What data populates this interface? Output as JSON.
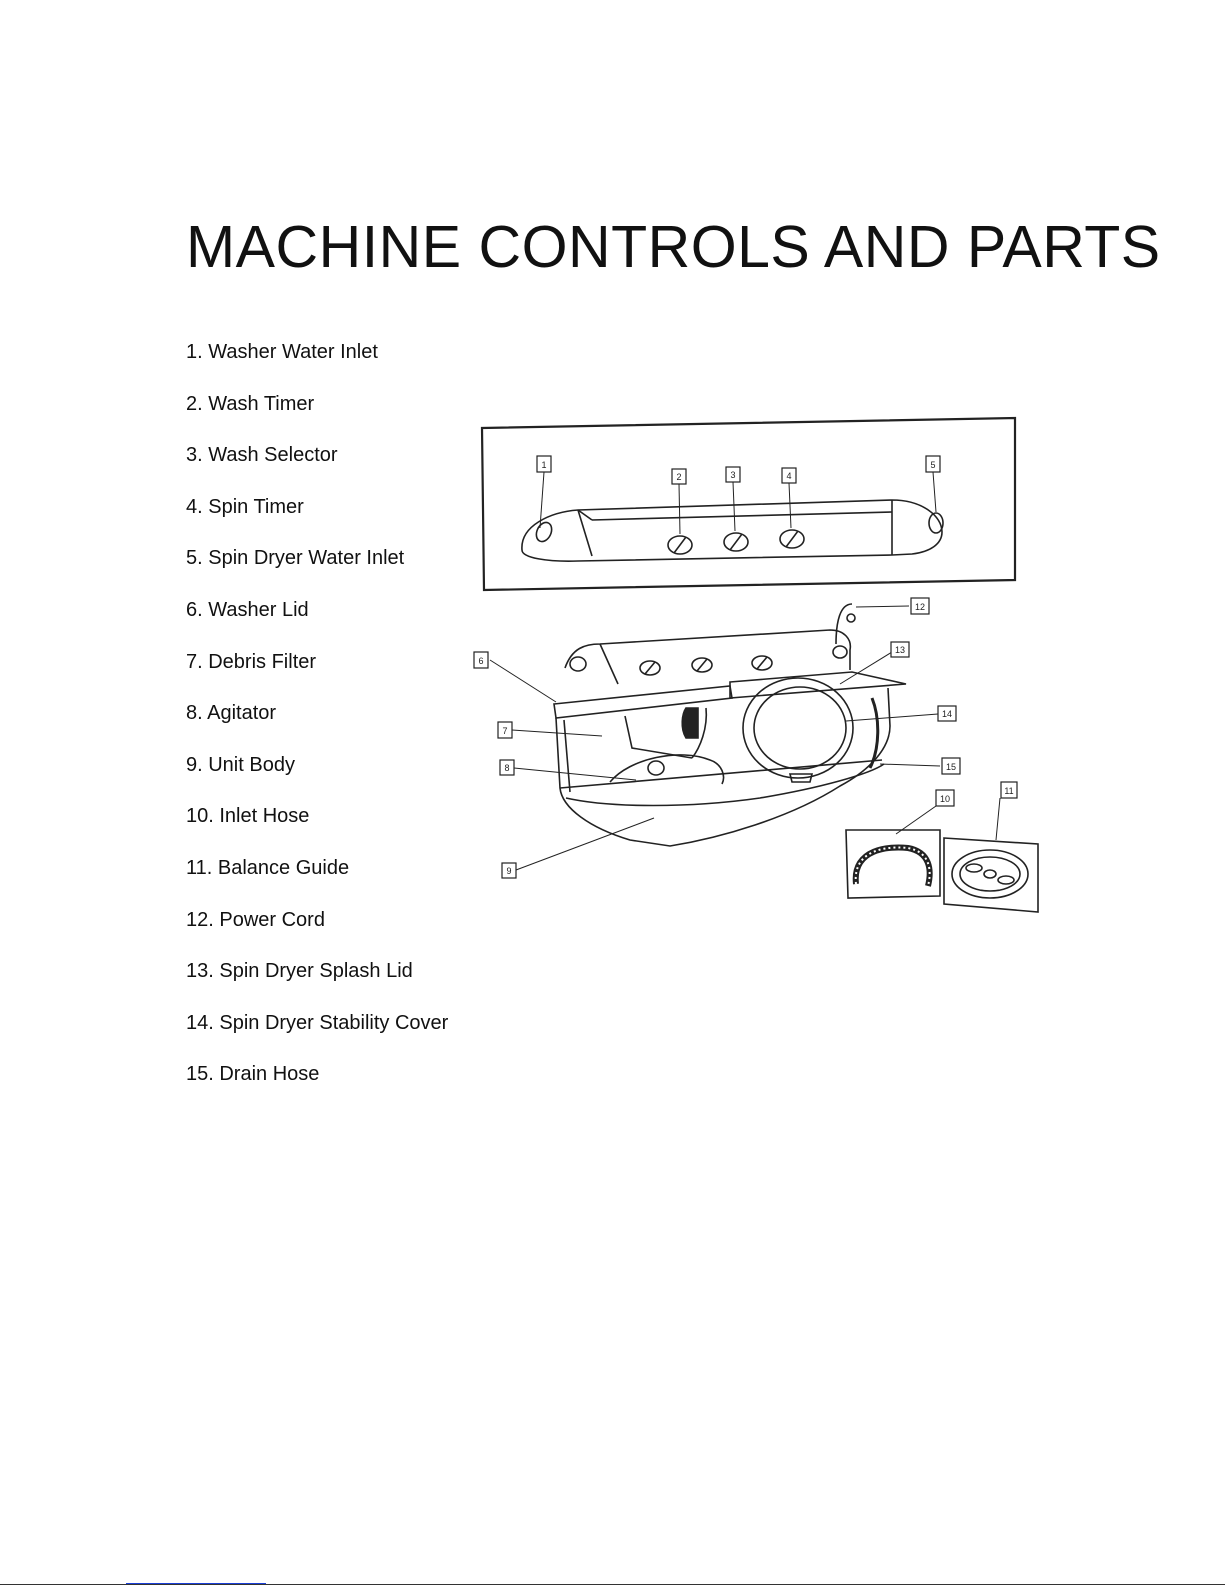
{
  "page": {
    "title": "MACHINE CONTROLS AND PARTS"
  },
  "parts": [
    {
      "label": "1. Washer Water Inlet"
    },
    {
      "label": "2. Wash Timer"
    },
    {
      "label": "3. Wash Selector"
    },
    {
      "label": "4. Spin Timer"
    },
    {
      "label": "5. Spin Dryer Water Inlet"
    },
    {
      "label": "6. Washer Lid"
    },
    {
      "label": "7. Debris Filter"
    },
    {
      "label": "8. Agitator"
    },
    {
      "label": "9. Unit Body"
    },
    {
      "label": "10. Inlet Hose"
    },
    {
      "label": "11. Balance Guide"
    },
    {
      "label": "12. Power Cord"
    },
    {
      "label": "13. Spin Dryer Splash Lid"
    },
    {
      "label": "14. Spin Dryer Stability Cover"
    },
    {
      "label": "15. Drain Hose"
    }
  ],
  "diagram": {
    "control_panel_callouts": [
      "1",
      "2",
      "3",
      "4",
      "5"
    ],
    "machine_callouts": [
      "6",
      "7",
      "8",
      "9",
      "10",
      "11",
      "12",
      "13",
      "14",
      "15"
    ]
  }
}
